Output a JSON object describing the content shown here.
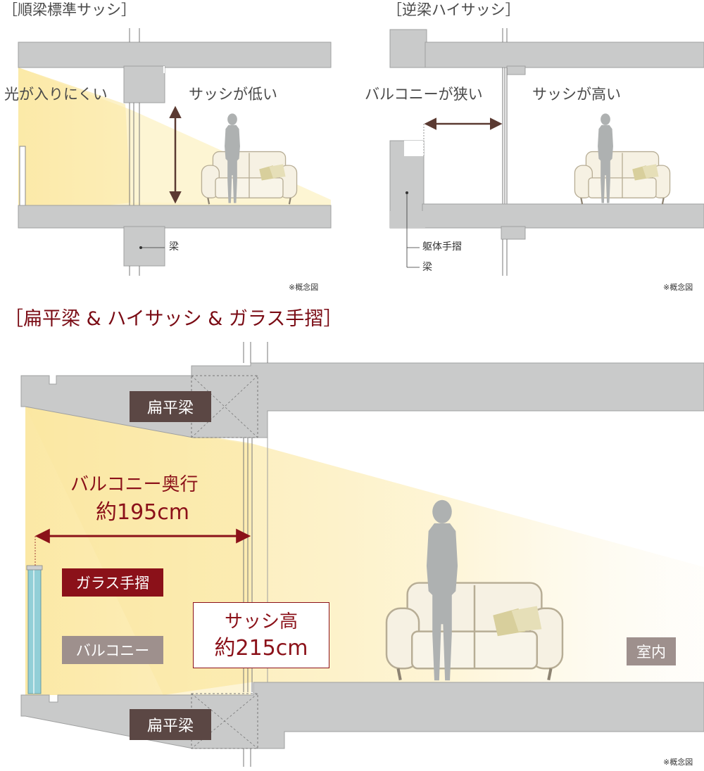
{
  "colors": {
    "concrete": "#c9caca",
    "concrete_edge": "#9fa0a0",
    "light": "#fdf2c4",
    "beam_label": "#5b4744",
    "accent_red": "#8b1119",
    "arrow": "#5b3a32",
    "glass": "#92cfd7",
    "muted_label": "#9e908d"
  },
  "top_left": {
    "title": "［順梁標準サッシ］",
    "light_label": "光が入りにくい",
    "sash_label": "サッシが低い",
    "beam_label": "梁",
    "note": "※概念図"
  },
  "top_right": {
    "title": "［逆梁ハイサッシ］",
    "balcony_label": "バルコニーが狭い",
    "sash_label": "サッシが高い",
    "railing_label": "躯体手摺",
    "beam_label": "梁",
    "note": "※概念図"
  },
  "bottom": {
    "title": "［扁平梁 & ハイサッシ & ガラス手摺］",
    "beam_top": "扁平梁",
    "beam_bottom": "扁平梁",
    "depth_line1": "バルコニー奥行",
    "depth_line2": "約195cm",
    "glass_railing": "ガラス手摺",
    "balcony": "バルコニー",
    "sash_line1": "サッシ高",
    "sash_line2": "約215cm",
    "indoor": "室内",
    "note": "※概念図"
  }
}
